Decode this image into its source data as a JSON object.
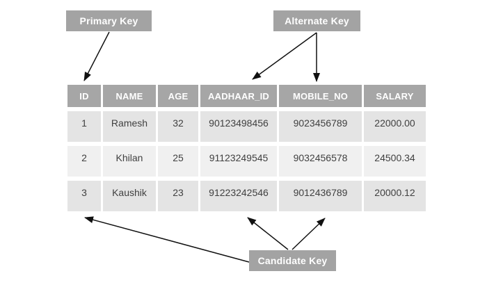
{
  "labels": {
    "primary_key": "Primary Key",
    "alternate_key": "Alternate Key",
    "candidate_key": "Candidate Key"
  },
  "table": {
    "headers": [
      "ID",
      "NAME",
      "AGE",
      "AADHAAR_ID",
      "MOBILE_NO",
      "SALARY"
    ],
    "rows": [
      [
        "1",
        "Ramesh",
        "32",
        "90123498456",
        "9023456789",
        "22000.00"
      ],
      [
        "2",
        "Khilan",
        "25",
        "91123249545",
        "9032456578",
        "24500.34"
      ],
      [
        "3",
        "Kaushik",
        "23",
        "91223242546",
        "9012436789",
        "20000.12"
      ]
    ]
  },
  "colors": {
    "label_bg": "#a3a3a3",
    "header_bg": "#a6a6a6",
    "row_odd_bg": "#e4e4e4",
    "row_even_bg": "#f0f0f0",
    "arrow": "#111111",
    "text_light": "#ffffff",
    "text_dark": "#404040"
  }
}
